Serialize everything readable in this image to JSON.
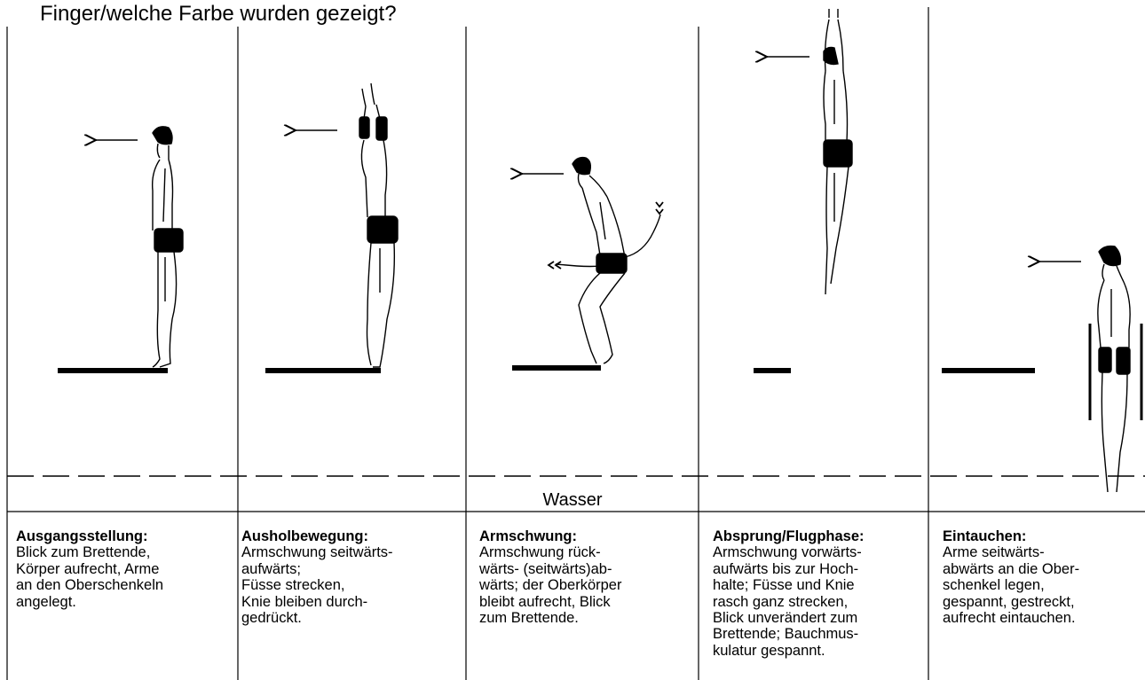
{
  "page": {
    "caption": "Finger/welche Farbe wurden gezeigt?",
    "water_label": "Wasser"
  },
  "phases": [
    {
      "title": "Ausgangsstellung:",
      "text": "Blick zum Brettende,\nKörper aufrecht, Arme\nan den Oberschenkeln\nangelegt.",
      "figure": "person-standing-arms-down-icon"
    },
    {
      "title": "Ausholbewegung:",
      "text": "Armschwung seitwärts-\naufwärts;\nFüsse strecken,\nKnie bleiben durch-\ngedrückt.",
      "figure": "person-standing-arms-up-icon"
    },
    {
      "title": "Armschwung:",
      "text": "Armschwung rück-\nwärts- (seitwärts)ab-\nwärts; der Oberkörper\nbleibt aufrecht, Blick\nzum Brettende.",
      "figure": "person-crouching-arm-swing-icon"
    },
    {
      "title": "Absprung/Flugphase:",
      "text": "Armschwung vorwärts-\naufwärts bis zur Hoch-\nhalte; Füsse und Knie\nrasch  ganz strecken,\nBlick unverändert zum\nBrettende; Bauchmus-\nkulatur gespannt.",
      "figure": "person-jumping-arms-up-icon"
    },
    {
      "title": "Eintauchen:",
      "text": "Arme seitwärts-\nabwärts an die Ober-\nschenkel legen,\ngespannt, gestreckt,\naufrecht eintauchen.",
      "figure": "person-entering-water-icon"
    }
  ]
}
